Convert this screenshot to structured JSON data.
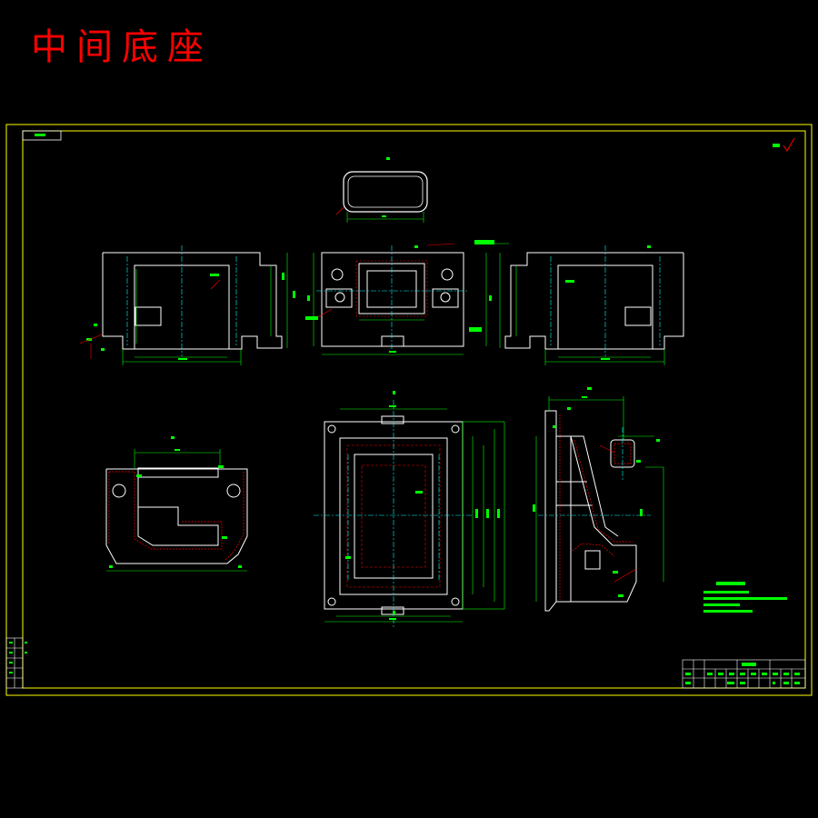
{
  "page_title": "中间底座",
  "colors": {
    "background": "#000000",
    "title": "#ff0000",
    "frame": "#ffff00",
    "outline": "#ffffff",
    "dimension": "#00ff00",
    "centerline": "#00ffff",
    "leader": "#ff0000",
    "hatch": "#ff0000"
  },
  "views": [
    "top-view",
    "front-view",
    "left-view",
    "right-view",
    "section-view",
    "plan-view",
    "side-section-view"
  ],
  "icons": [
    "roughness-icon"
  ],
  "title_block": {
    "rows": 3,
    "cols": 11
  }
}
